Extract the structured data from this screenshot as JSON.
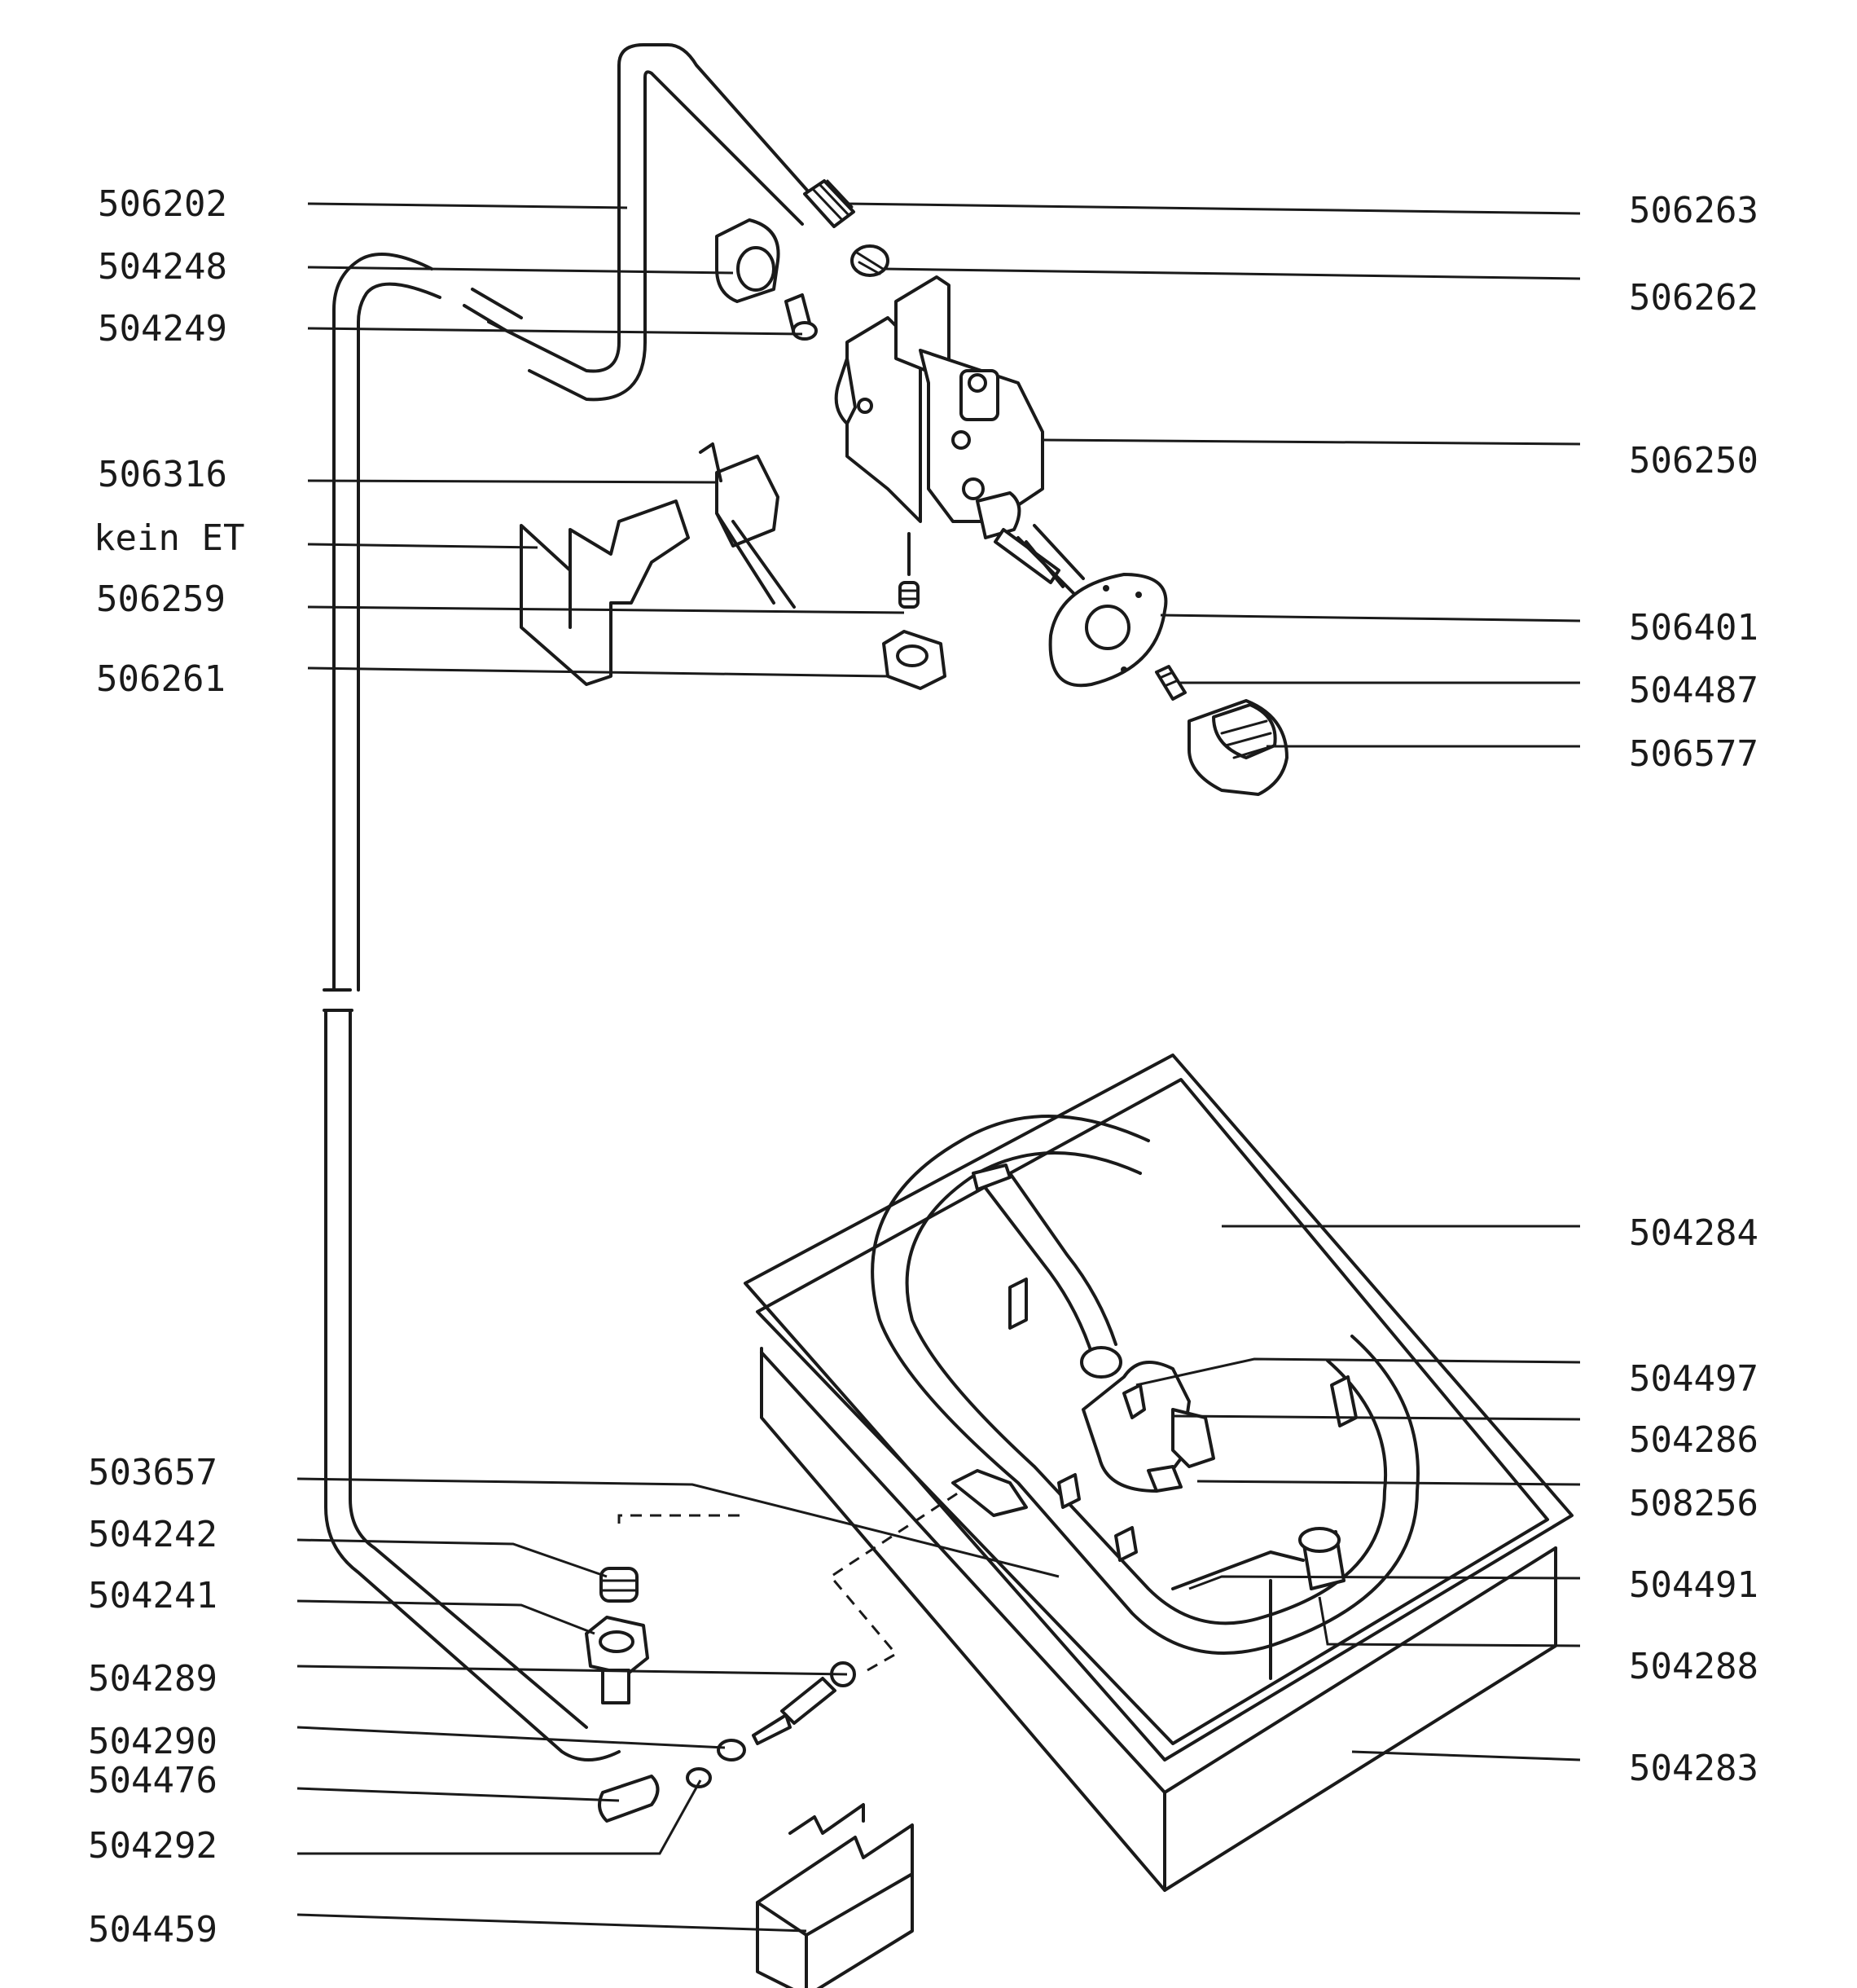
{
  "labels_left": [
    "506202",
    "504248",
    "504249",
    "506316",
    "kein ET",
    "506259",
    "506261",
    "503657",
    "504242",
    "504241",
    "504289",
    "504290",
    "504476",
    "504292",
    "504459"
  ],
  "labels_right": [
    "506263",
    "506262",
    "506250",
    "506401",
    "504487",
    "506577",
    "504284",
    "504497",
    "504286",
    "508256",
    "504491",
    "504288",
    "504283"
  ]
}
